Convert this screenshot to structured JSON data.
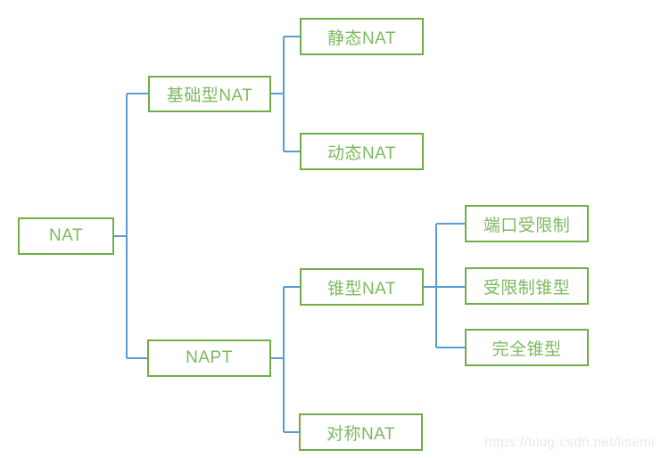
{
  "diagram": {
    "type": "tree",
    "topic": "NAT classification",
    "nodes": {
      "nat": {
        "label": "NAT"
      },
      "basic": {
        "label": "基础型NAT"
      },
      "static": {
        "label": "静态NAT"
      },
      "dynamic": {
        "label": "动态NAT"
      },
      "napt": {
        "label": "NAPT"
      },
      "cone": {
        "label": "锥型NAT"
      },
      "symmetric": {
        "label": "对称NAT"
      },
      "port_restricted": {
        "label": "端口受限制"
      },
      "restricted_cone": {
        "label": "受限制锥型"
      },
      "full_cone": {
        "label": "完全锥型"
      }
    },
    "edges": [
      {
        "from": "nat",
        "to": "basic"
      },
      {
        "from": "nat",
        "to": "napt"
      },
      {
        "from": "basic",
        "to": "static"
      },
      {
        "from": "basic",
        "to": "dynamic"
      },
      {
        "from": "napt",
        "to": "cone"
      },
      {
        "from": "napt",
        "to": "symmetric"
      },
      {
        "from": "cone",
        "to": "port_restricted"
      },
      {
        "from": "cone",
        "to": "restricted_cone"
      },
      {
        "from": "cone",
        "to": "full_cone"
      }
    ]
  },
  "colors": {
    "box_border": "#70ad47",
    "box_text": "#7cb95e",
    "connector": "#5b9bd5",
    "watermark": "#e9e9e9",
    "background": "#ffffff"
  },
  "watermark": {
    "text": "https://blog.csdn.net/lisemi"
  }
}
